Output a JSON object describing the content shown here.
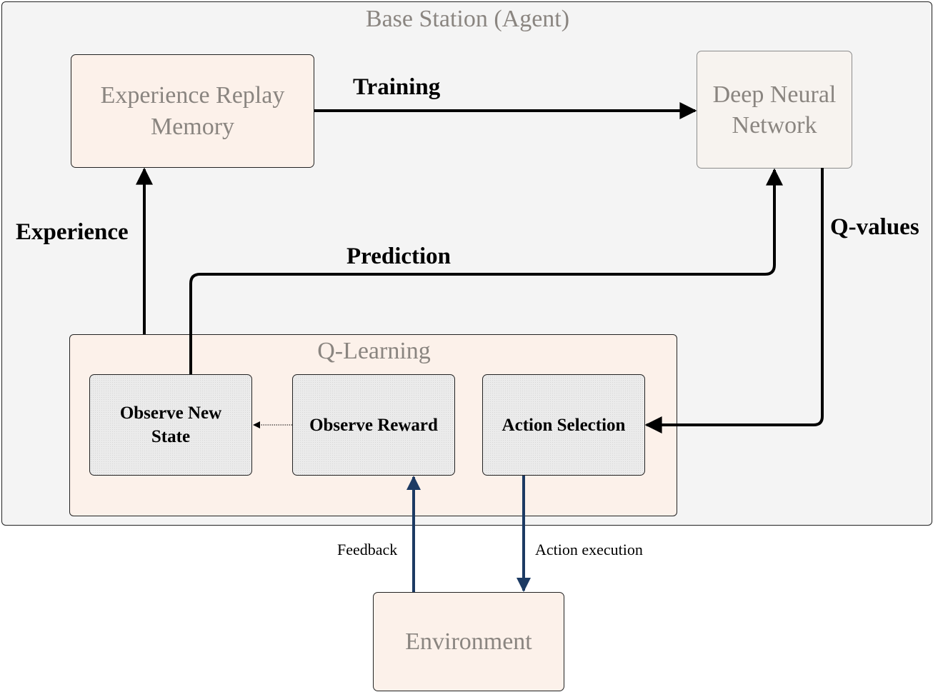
{
  "agent": {
    "title": "Base Station (Agent)"
  },
  "replay_memory": {
    "line1": "Experience Replay",
    "line2": "Memory"
  },
  "dnn": {
    "line1": "Deep Neural",
    "line2": "Network"
  },
  "q_learning": {
    "title": "Q-Learning",
    "observe_state": {
      "line1": "Observe New",
      "line2": "State"
    },
    "observe_reward": "Observe Reward",
    "action_selection": "Action Selection"
  },
  "environment": {
    "label": "Environment"
  },
  "edges": {
    "training": "Training",
    "experience": "Experience",
    "prediction": "Prediction",
    "q_values": "Q-values",
    "feedback": "Feedback",
    "action_execution": "Action execution"
  },
  "colors": {
    "box_fill": "#fcf1ea",
    "container_fill": "#f4f4f4",
    "muted_text": "#8a8580",
    "env_arrow": "#1c3a63"
  }
}
